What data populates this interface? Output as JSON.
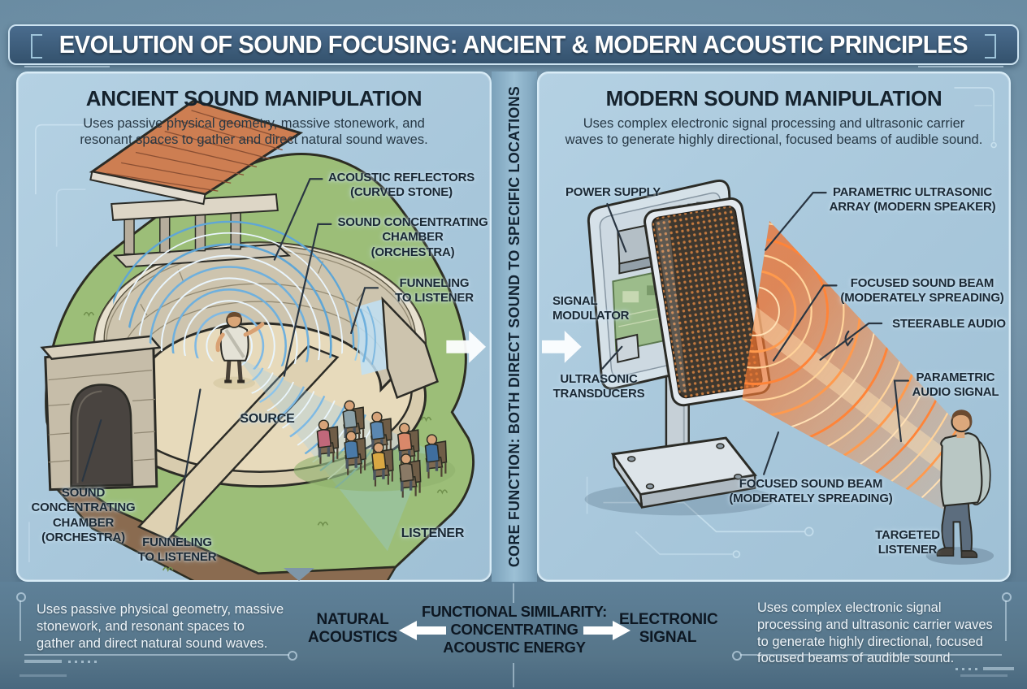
{
  "title": "EVOLUTION OF SOUND FOCUSING: ANCIENT & MODERN ACOUSTIC PRINCIPLES",
  "left_panel": {
    "heading": "ANCIENT SOUND MANIPULATION",
    "description": "Uses passive physical geometry, massive stonework, and\nresonant spaces to gather and direct natural sound waves.",
    "labels": {
      "acoustic_reflectors": "ACOUSTIC REFLECTORS\n(CURVED STONE)",
      "chamber_top": "SOUND CONCENTRATING\nCHAMBER\n(ORCHESTRA)",
      "funneling_top": "FUNNELING\nTO LISTENER",
      "source": "SOURCE",
      "listener": "LISTENER",
      "chamber_bottom": "SOUND\nCONCENTRATING\nCHAMBER\n(ORCHESTRA)",
      "funneling_bottom": "FUNNELING\nTO LISTENER"
    }
  },
  "center_divider": {
    "text": "CORE FUNCTION: BOTH DIRECT SOUND TO SPECIFIC LOCATIONS"
  },
  "right_panel": {
    "heading": "MODERN SOUND MANIPULATION",
    "description": "Uses complex electronic signal processing and ultrasonic carrier\nwaves to generate highly directional, focused beams of audible sound.",
    "labels": {
      "power_supply": "POWER SUPPLY",
      "parametric_array": "PARAMETRIC ULTRASONIC\nARRAY (MODERN SPEAKER)",
      "focused_beam_top": "FOCUSED SOUND BEAM\n(MODERATELY SPREADING)",
      "steerable_audio": "STEERABLE AUDIO",
      "parametric_audio_signal": "PARAMETRIC\nAUDIO SIGNAL",
      "signal_modulator": "SIGNAL\nMODULATOR",
      "ultrasonic_transducers": "ULTRASONIC\nTRANSDUCERS",
      "focused_beam_bottom": "FOCUSED SOUND BEAM\n(MODERATELY SPREADING)",
      "targeted_listener": "TARGETED\nLISTENER"
    }
  },
  "bottom": {
    "left_summary": "Uses passive physical geometry, massive\nstonework, and resonant spaces to\ngather and direct natural sound waves.",
    "left_term": "NATURAL\nACOUSTICS",
    "center_statement": "FUNCTIONAL SIMILARITY:\nCONCENTRATING\nACOUSTIC ENERGY",
    "right_term": "ELECTRONIC\nSIGNAL",
    "right_summary": "Uses complex electronic signal\nprocessing and ultrasonic carrier waves\nto generate highly directional, focused\nfocused beams of audible sound."
  },
  "colors": {
    "background": "#6f93aa",
    "panel_blue": "#a8c7db",
    "title_bar": "#3c5d7d",
    "text_dark": "#1a2834",
    "text_light": "#edf4f9",
    "wave_blue": "#6fb0dd",
    "beam_orange": "#f08a3f",
    "grass_green": "#9cbe78",
    "stone": "#cdc4ae"
  }
}
